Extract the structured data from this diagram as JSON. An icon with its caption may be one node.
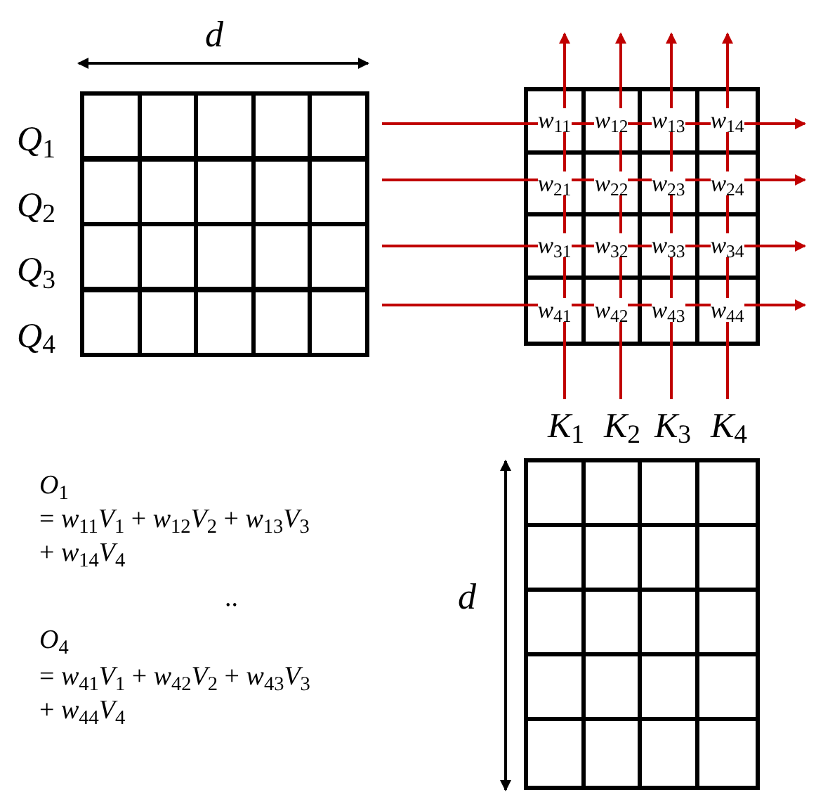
{
  "diagram": {
    "nodes": [
      {
        "text": [
          "*Q*$_{1}$"
        ]
      },
      {
        "text": [
          "*Q*$_{2}$"
        ]
      },
      {
        "text": [
          "*Q*$_{3}$"
        ]
      },
      {
        "text": [
          "*Q*$_{4}$"
        ]
      },
      {
        "text": [],
        "shape": "box"
      },
      {
        "text": [
          "*w*$_{11}$"
        ],
        "in": 4
      },
      {
        "text": [
          "*w*$_{12}$"
        ],
        "in": 4
      },
      {
        "text": [
          "*w*$_{13}$"
        ],
        "in": 4
      },
      {
        "text": [
          "*w*$_{14}$"
        ],
        "in": 4
      },
      {
        "text": [
          "*w*$_{21}$"
        ],
        "in": 4
      },
      {
        "text": [
          "*w*$_{22}$"
        ],
        "in": 4
      },
      {
        "text": [
          "*w*$_{23}$"
        ],
        "in": 4
      },
      {
        "text": [
          "*w*$_{24}$"
        ],
        "in": 4
      },
      {
        "text": [
          "*w*$_{31}$"
        ],
        "in": 4
      },
      {
        "text": [
          "*w*$_{32}$"
        ],
        "in": 4
      },
      {
        "text": [
          "*w*$_{33}$"
        ],
        "in": 4
      },
      {
        "text": [
          "*w*$_{34}$"
        ],
        "in": 4
      },
      {
        "text": [
          "*w*$_{41}$"
        ],
        "in": 4
      },
      {
        "text": [
          "*w*$_{42}$"
        ],
        "in": 4
      },
      {
        "text": [
          "*w*$_{43}$"
        ],
        "in": 4
      },
      {
        "text": [
          "*w*$_{44}$"
        ],
        "in": 4
      },
      {
        "text": [
          "*K*$_{1}$"
        ]
      },
      {
        "text": [
          "*K*$_{2}$"
        ]
      },
      {
        "text": [
          "*K*$_{3}$"
        ]
      },
      {
        "text": [
          "*K*$_{4}$"
        ]
      },
      {
        "text": [],
        "shape": "box"
      }
    ],
    "edges": [
      {
        "from": 0,
        "to": null,
        "arrow": "to"
      },
      {
        "from": 1,
        "to": null,
        "arrow": "to"
      },
      {
        "from": 2,
        "to": null,
        "arrow": "to"
      },
      {
        "from": 3,
        "to": null,
        "arrow": "to"
      },
      {
        "from": 21,
        "to": null,
        "arrow": "to"
      },
      {
        "from": 22,
        "to": null,
        "arrow": "to"
      },
      {
        "from": 23,
        "to": null,
        "arrow": "to"
      },
      {
        "from": 24,
        "to": null,
        "arrow": "to"
      }
    ],
    "labels": [
      "*d*",
      "*d*",
      "*O*$_{1}$",
      "= *w*$_{11}$*V*$_{1}$ + *w*$_{12}$*V*$_{2}$ + *w*$_{13}$*V*$_{3}$",
      "+ *w*$_{14}$*V*$_{4}$",
      "..",
      "*O*$_{4}$",
      "= *w*$_{41}$*V*$_{1}$ + *w*$_{42}$*V*$_{2}$ + *w*$_{43}$*V*$_{3}$",
      "+ *w*$_{44}$*V*$_{4}$"
    ]
  }
}
